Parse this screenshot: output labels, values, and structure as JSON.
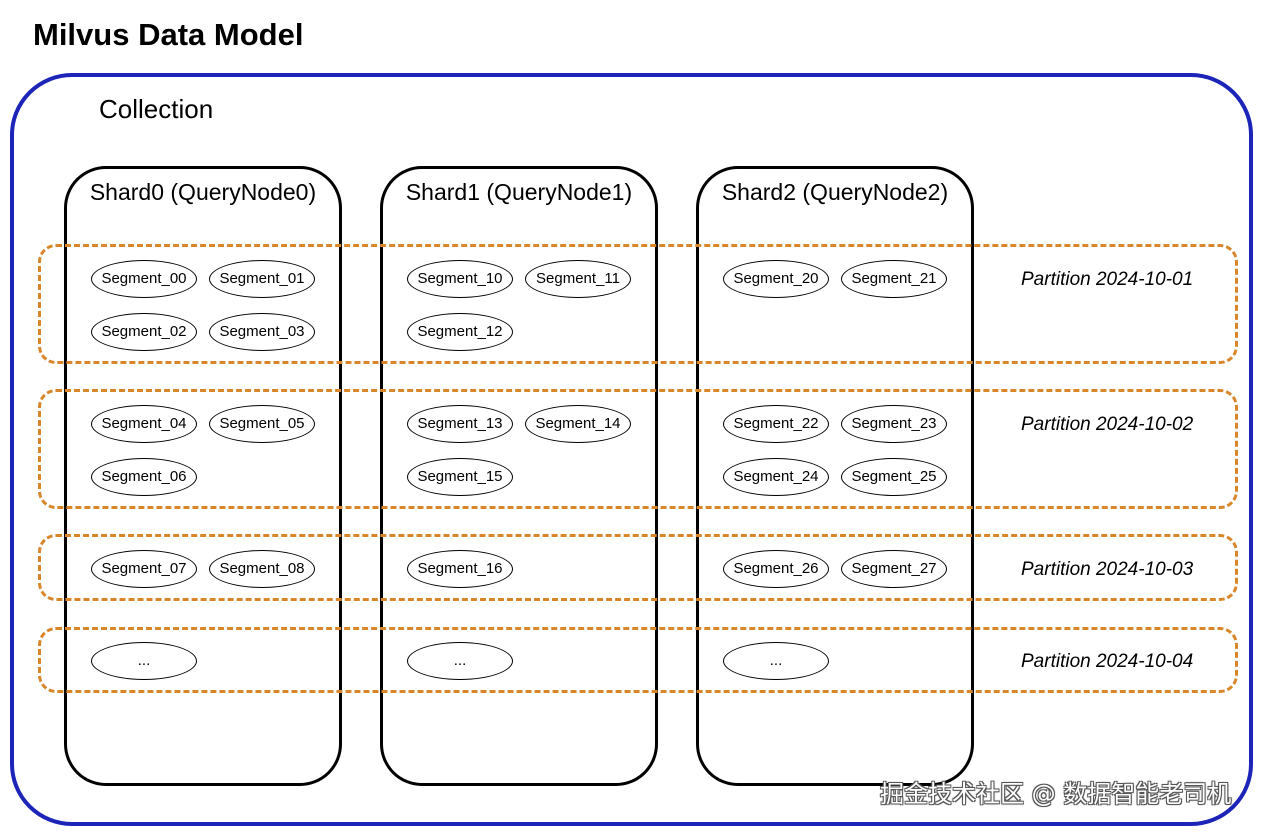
{
  "title": "Milvus Data Model",
  "collection_label": "Collection",
  "shards": [
    {
      "label": "Shard0 (QueryNode0)"
    },
    {
      "label": "Shard1 (QueryNode1)"
    },
    {
      "label": "Shard2 (QueryNode2)"
    }
  ],
  "partitions": [
    {
      "label": "Partition 2024-10-01"
    },
    {
      "label": "Partition 2024-10-02"
    },
    {
      "label": "Partition 2024-10-03"
    },
    {
      "label": "Partition 2024-10-04"
    }
  ],
  "segments": {
    "s00": "Segment_00",
    "s01": "Segment_01",
    "s02": "Segment_02",
    "s03": "Segment_03",
    "s04": "Segment_04",
    "s05": "Segment_05",
    "s06": "Segment_06",
    "s07": "Segment_07",
    "s08": "Segment_08",
    "s10": "Segment_10",
    "s11": "Segment_11",
    "s12": "Segment_12",
    "s13": "Segment_13",
    "s14": "Segment_14",
    "s15": "Segment_15",
    "s16": "Segment_16",
    "s20": "Segment_20",
    "s21": "Segment_21",
    "s22": "Segment_22",
    "s23": "Segment_23",
    "s24": "Segment_24",
    "s25": "Segment_25",
    "s26": "Segment_26",
    "s27": "Segment_27",
    "ellipsis": "..."
  },
  "watermark": "掘金技术社区 @ 数据智能老司机",
  "colors": {
    "collection_border": "#1c25b8",
    "partition_border": "#d9852a",
    "shard_border": "#000000"
  }
}
